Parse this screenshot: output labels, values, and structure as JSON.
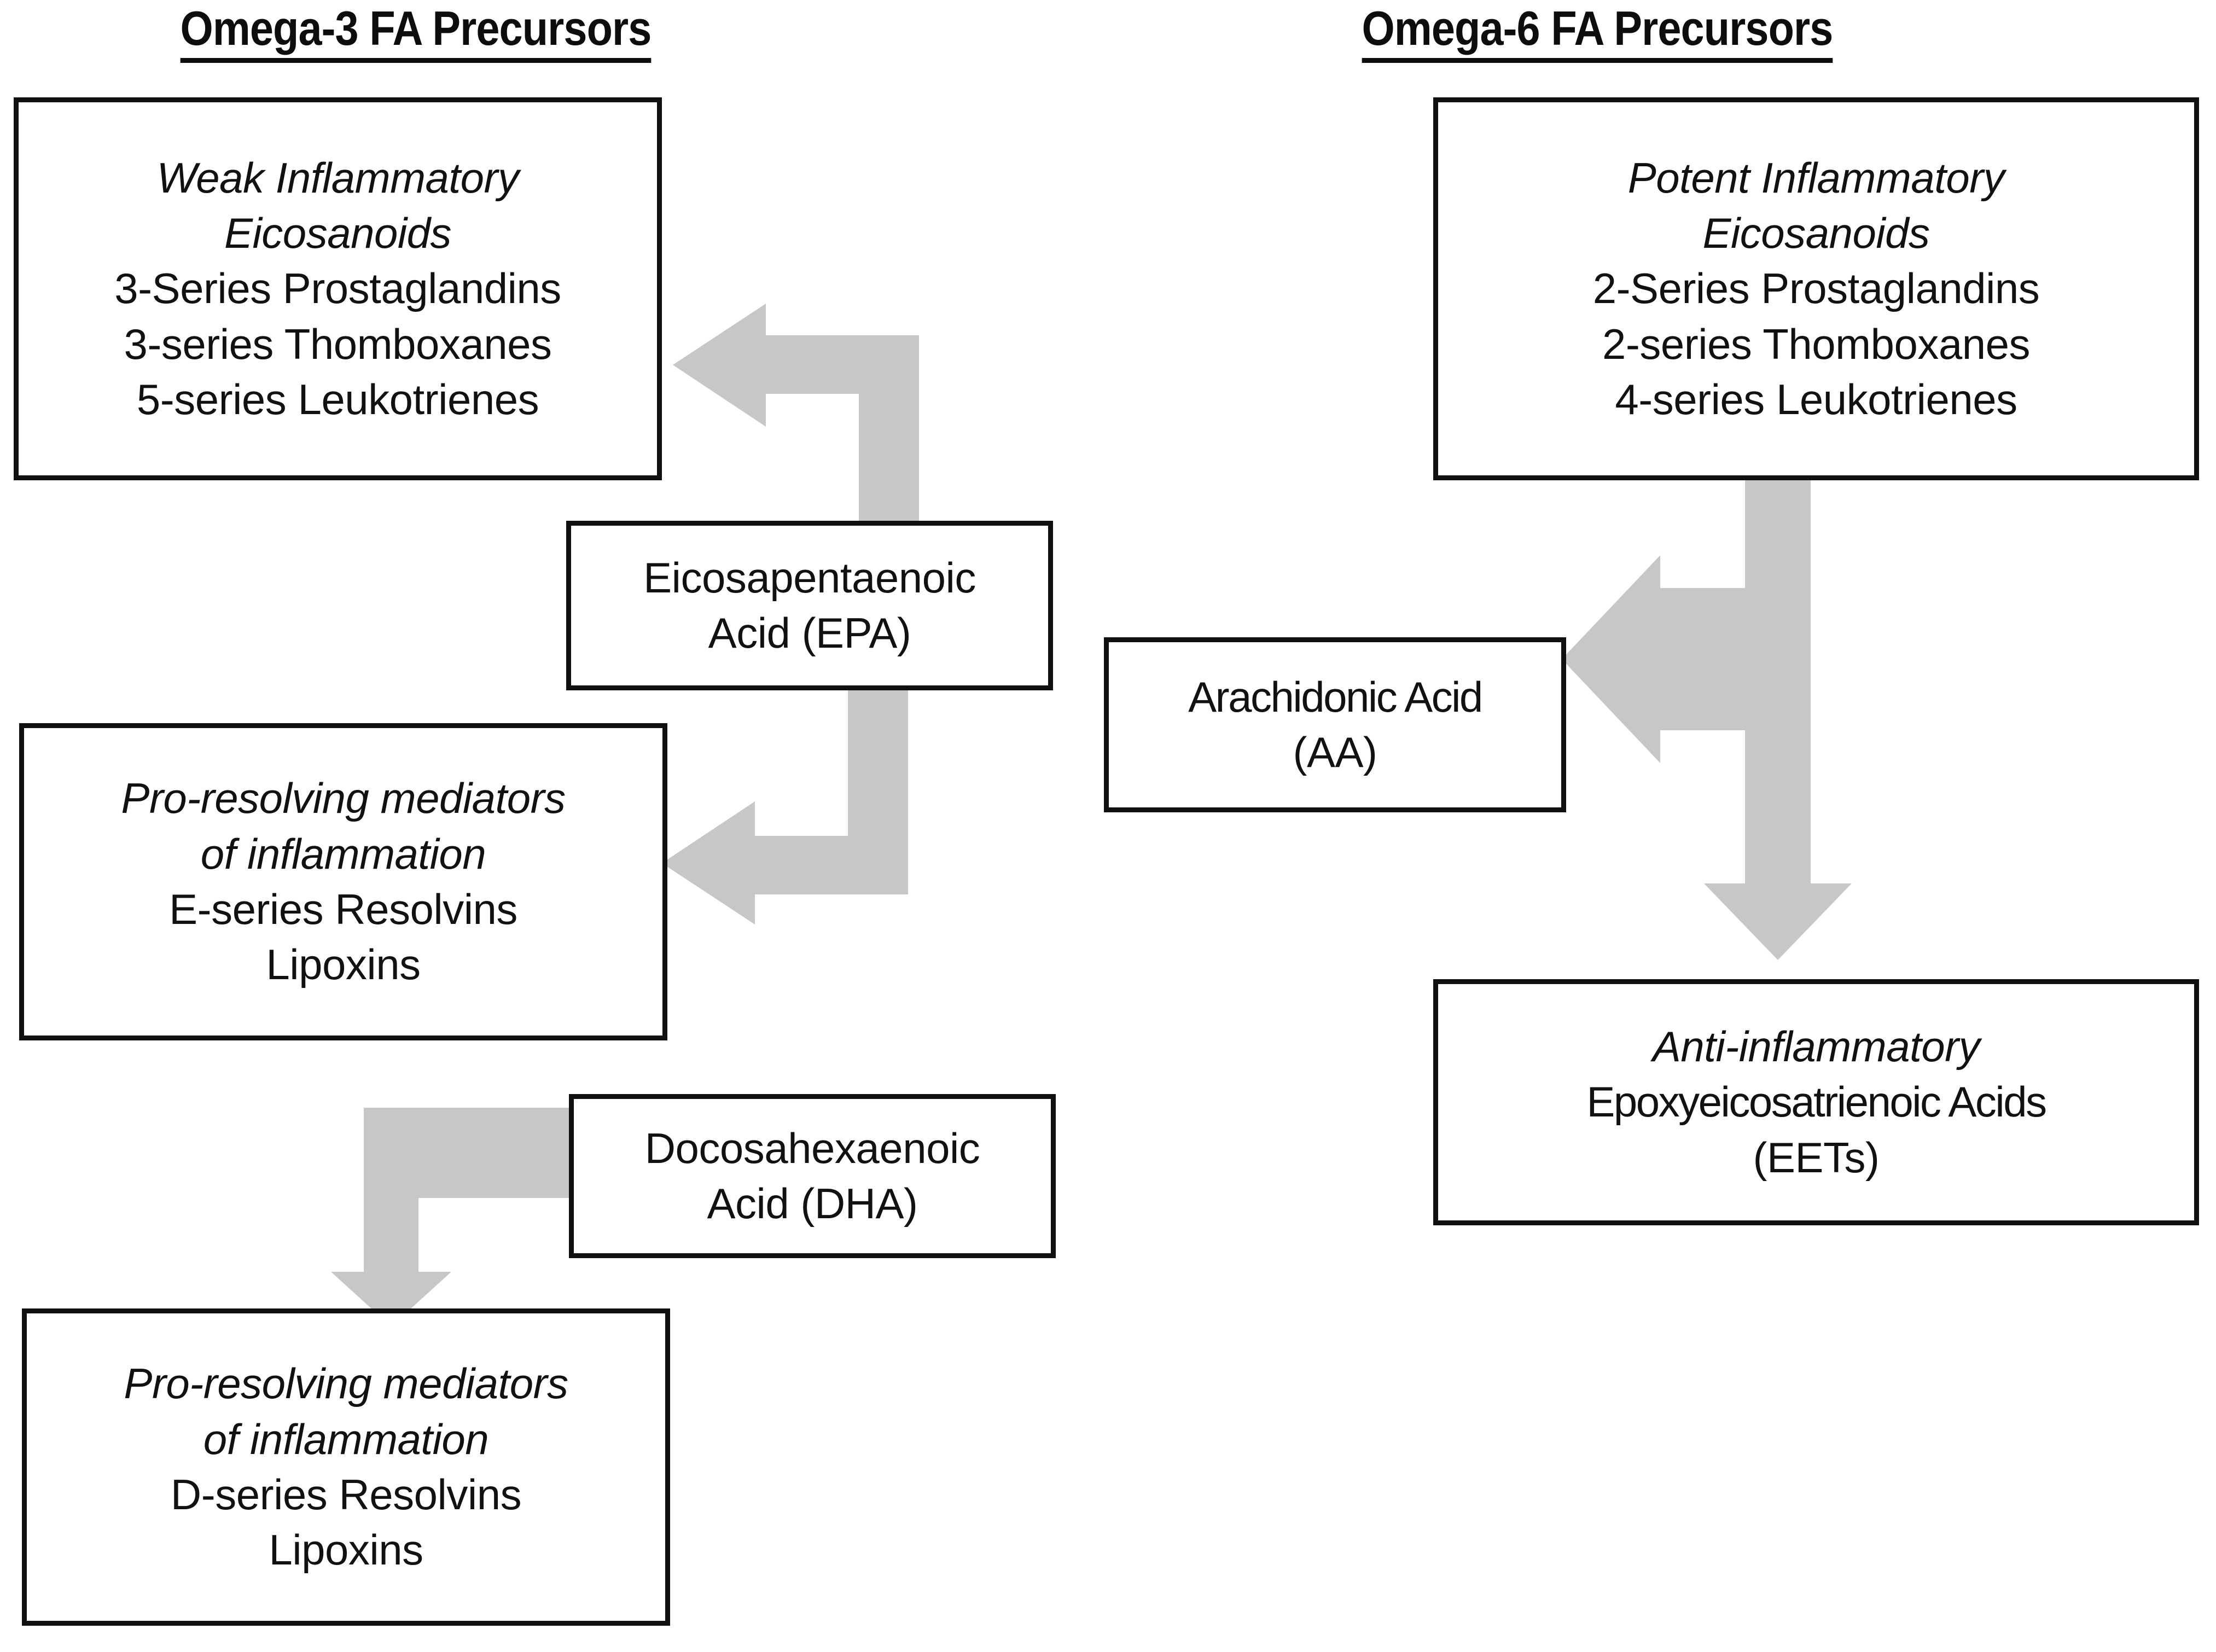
{
  "headings": {
    "omega3": "Omega-3 FA Precursors",
    "omega6": "Omega-6 FA Precursors"
  },
  "boxes": {
    "weak_eicosanoids": {
      "lines": [
        "Weak Inflammatory",
        "Eicosanoids",
        "3-Series Prostaglandins",
        "3-series Thomboxanes",
        "5-series Leukotrienes"
      ]
    },
    "potent_eicosanoids": {
      "lines": [
        "Potent Inflammatory",
        "Eicosanoids",
        "2-Series Prostaglandins",
        "2-series Thomboxanes",
        "4-series Leukotrienes"
      ]
    },
    "epa": {
      "lines": [
        "Eicosapentaenoic",
        "Acid (EPA)"
      ]
    },
    "dha": {
      "lines": [
        "Docosahexaenoic",
        "Acid (DHA)"
      ]
    },
    "aa": {
      "lines": [
        "Arachidonic Acid",
        "(AA)"
      ]
    },
    "e_series": {
      "lines": [
        "Pro-resolving mediators",
        "of inflammation",
        "E-series Resolvins",
        "Lipoxins"
      ]
    },
    "d_series": {
      "lines": [
        "Pro-resolving mediators",
        "of inflammation",
        "D-series Resolvins",
        "Lipoxins"
      ]
    },
    "eets": {
      "lines": [
        "Anti-inflammatory",
        "Epoxyeicosatrienoic Acids",
        "(EETs)"
      ]
    }
  },
  "arrows": {
    "epa_to_weak": "elbow-up-left-arrow",
    "epa_to_eseries": "elbow-down-left-arrow",
    "dha_to_dseries": "elbow-left-down-arrow",
    "aa_vertical": "double-headed-vertical-arrow",
    "aa_branch": "left-arrow"
  },
  "colors": {
    "box_border": "#101010",
    "text": "#111111",
    "arrow_fill": "#c7c7c7",
    "background": "#ffffff"
  }
}
